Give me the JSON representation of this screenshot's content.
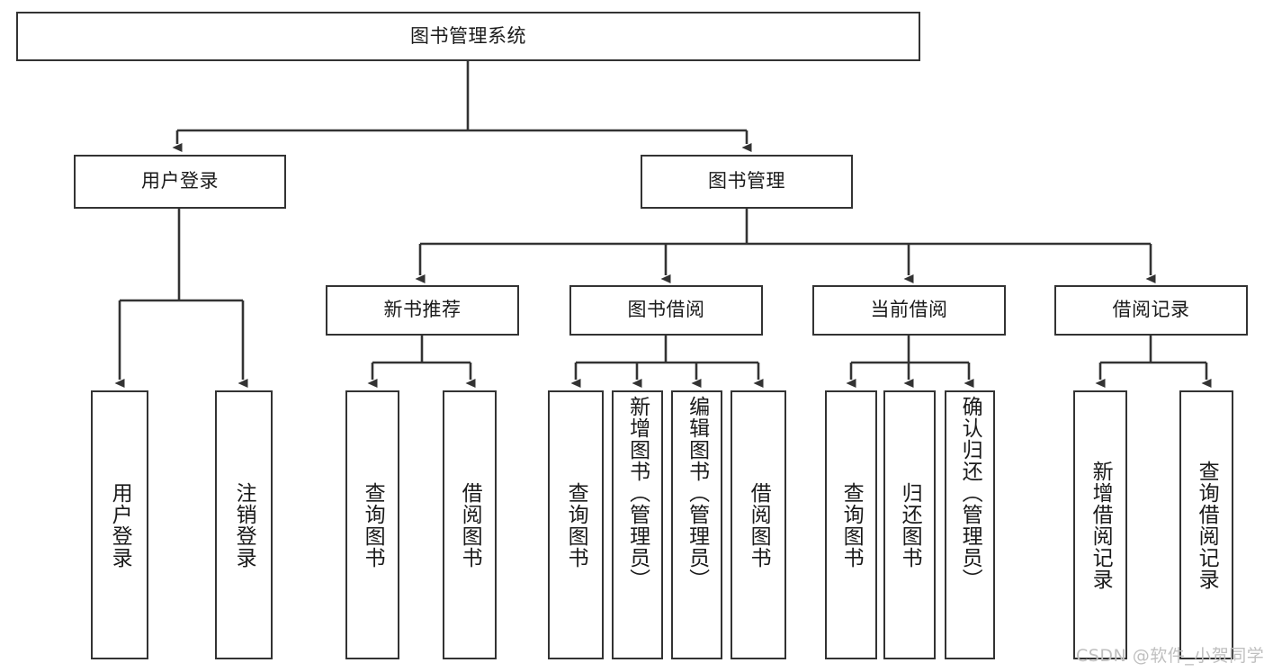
{
  "diagram": {
    "type": "tree",
    "title": "图书管理系统",
    "root": {
      "id": "root",
      "label": "图书管理系统"
    },
    "level2": [
      {
        "id": "user-login",
        "label": "用户登录"
      },
      {
        "id": "book-manage",
        "label": "图书管理"
      }
    ],
    "level3": [
      {
        "id": "new-book-recommend",
        "label": "新书推荐",
        "parent": "book-manage"
      },
      {
        "id": "book-borrow",
        "label": "图书借阅",
        "parent": "book-manage"
      },
      {
        "id": "current-borrow",
        "label": "当前借阅",
        "parent": "book-manage"
      },
      {
        "id": "borrow-record",
        "label": "借阅记录",
        "parent": "book-manage"
      }
    ],
    "leaves": [
      {
        "id": "leaf-user-login",
        "label": "用户登录",
        "parent": "user-login"
      },
      {
        "id": "leaf-logout-login",
        "label": "注销登录",
        "parent": "user-login"
      },
      {
        "id": "leaf-query-book-1",
        "label": "查询图书",
        "parent": "new-book-recommend"
      },
      {
        "id": "leaf-borrow-book-1",
        "label": "借阅图书",
        "parent": "new-book-recommend"
      },
      {
        "id": "leaf-query-book-2",
        "label": "查询图书",
        "parent": "book-borrow"
      },
      {
        "id": "leaf-add-book",
        "label": "新增图书（管理员）",
        "parent": "book-borrow"
      },
      {
        "id": "leaf-edit-book",
        "label": "编辑图书（管理员）",
        "parent": "book-borrow"
      },
      {
        "id": "leaf-borrow-book-2",
        "label": "借阅图书",
        "parent": "book-borrow"
      },
      {
        "id": "leaf-query-book-3",
        "label": "查询图书",
        "parent": "current-borrow"
      },
      {
        "id": "leaf-return-book",
        "label": "归还图书",
        "parent": "current-borrow"
      },
      {
        "id": "leaf-confirm-return",
        "label": "确认归还（管理员）",
        "parent": "current-borrow"
      },
      {
        "id": "leaf-add-record",
        "label": "新增借阅记录",
        "parent": "borrow-record"
      },
      {
        "id": "leaf-query-record",
        "label": "查询借阅记录",
        "parent": "borrow-record"
      }
    ],
    "colors": {
      "stroke": "#333333",
      "fill": "#ffffff",
      "text": "#1a1a1a",
      "watermark": "#bfbfbf"
    }
  },
  "watermark": {
    "text": "CSDN @软件_小贺同学"
  }
}
